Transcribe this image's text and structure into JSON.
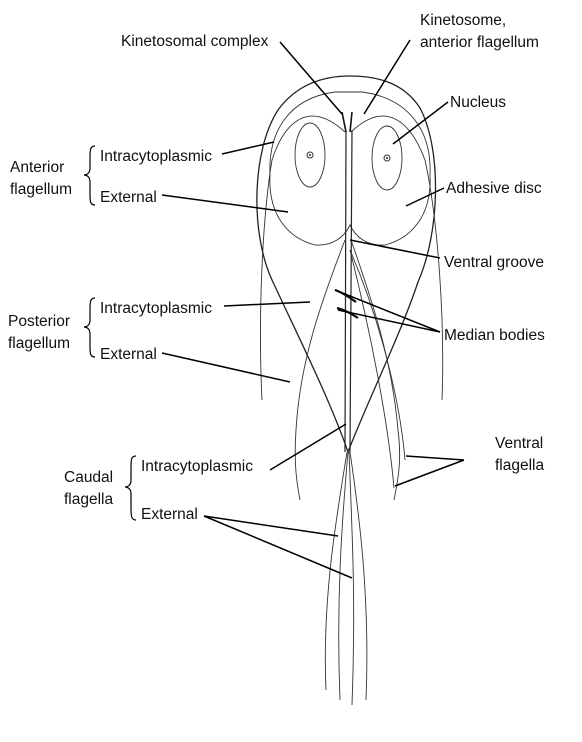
{
  "labels": {
    "kinetosomal_complex": "Kinetosomal complex",
    "kinetosome_line1": "Kinetosome,",
    "kinetosome_line2": "anterior flagellum",
    "nucleus": "Nucleus",
    "adhesive_disc": "Adhesive disc",
    "ventral_groove": "Ventral groove",
    "median_bodies": "Median bodies",
    "ventral_flagella_line1": "Ventral",
    "ventral_flagella_line2": "flagella"
  },
  "groups": {
    "anterior": {
      "line1": "Anterior",
      "line2": "flagellum",
      "intra": "Intracytoplasmic",
      "external": "External"
    },
    "posterior": {
      "line1": "Posterior",
      "line2": "flagellum",
      "intra": "Intracytoplasmic",
      "external": "External"
    },
    "caudal": {
      "line1": "Caudal",
      "line2": "flagella",
      "intra": "Intracytoplasmic",
      "external": "External"
    }
  },
  "colors": {
    "ink": "#111111",
    "stipple": "#9a9a9a",
    "background": "#ffffff"
  }
}
